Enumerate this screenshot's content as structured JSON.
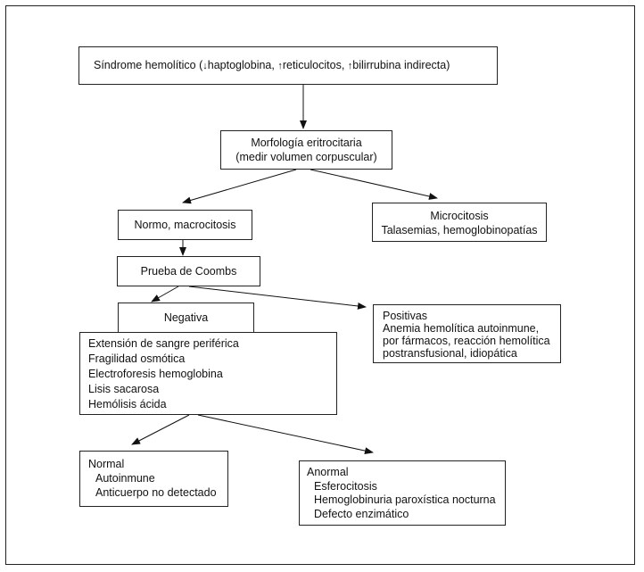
{
  "nodes": {
    "sindrome": {
      "pre": "Síndrome hemolítico (",
      "a1": "↓",
      "t1": "haptoglobina, ",
      "a2": "↑",
      "t2": "reticulocitos, ",
      "a3": "↑",
      "t3": "bilirrubina indirecta)"
    },
    "morfologia": {
      "lines": [
        "Morfología eritrocitaria",
        "(medir volumen corpuscular)"
      ]
    },
    "normo": {
      "lines": [
        "Normo, macrocitosis"
      ]
    },
    "micro": {
      "lines": [
        "Microcitosis",
        "Talasemias, hemoglobinopatías"
      ]
    },
    "coombs": {
      "lines": [
        "Prueba de Coombs"
      ]
    },
    "negativa": {
      "lines": [
        "Negativa"
      ]
    },
    "positivas": {
      "lines": [
        "Positivas",
        "Anemia hemolítica autoinmune,",
        "por fármacos, reacción hemolítica",
        "postransfusional, idiopática"
      ]
    },
    "pruebas": {
      "lines": [
        "Extensión de sangre periférica",
        "Fragilidad osmótica",
        "Electroforesis hemoglobina",
        "Lisis sacarosa",
        "Hemólisis ácida"
      ]
    },
    "normal": {
      "lines": [
        "Normal",
        "Autoinmune",
        "Anticuerpo no detectado"
      ]
    },
    "anormal": {
      "lines": [
        "Anormal",
        "Esferocitosis",
        "Hemoglobinuria paroxística nocturna",
        "Defecto enzimático"
      ]
    }
  },
  "icons": {
    "down": "arrow-down-icon",
    "up": "arrow-up-icon"
  }
}
